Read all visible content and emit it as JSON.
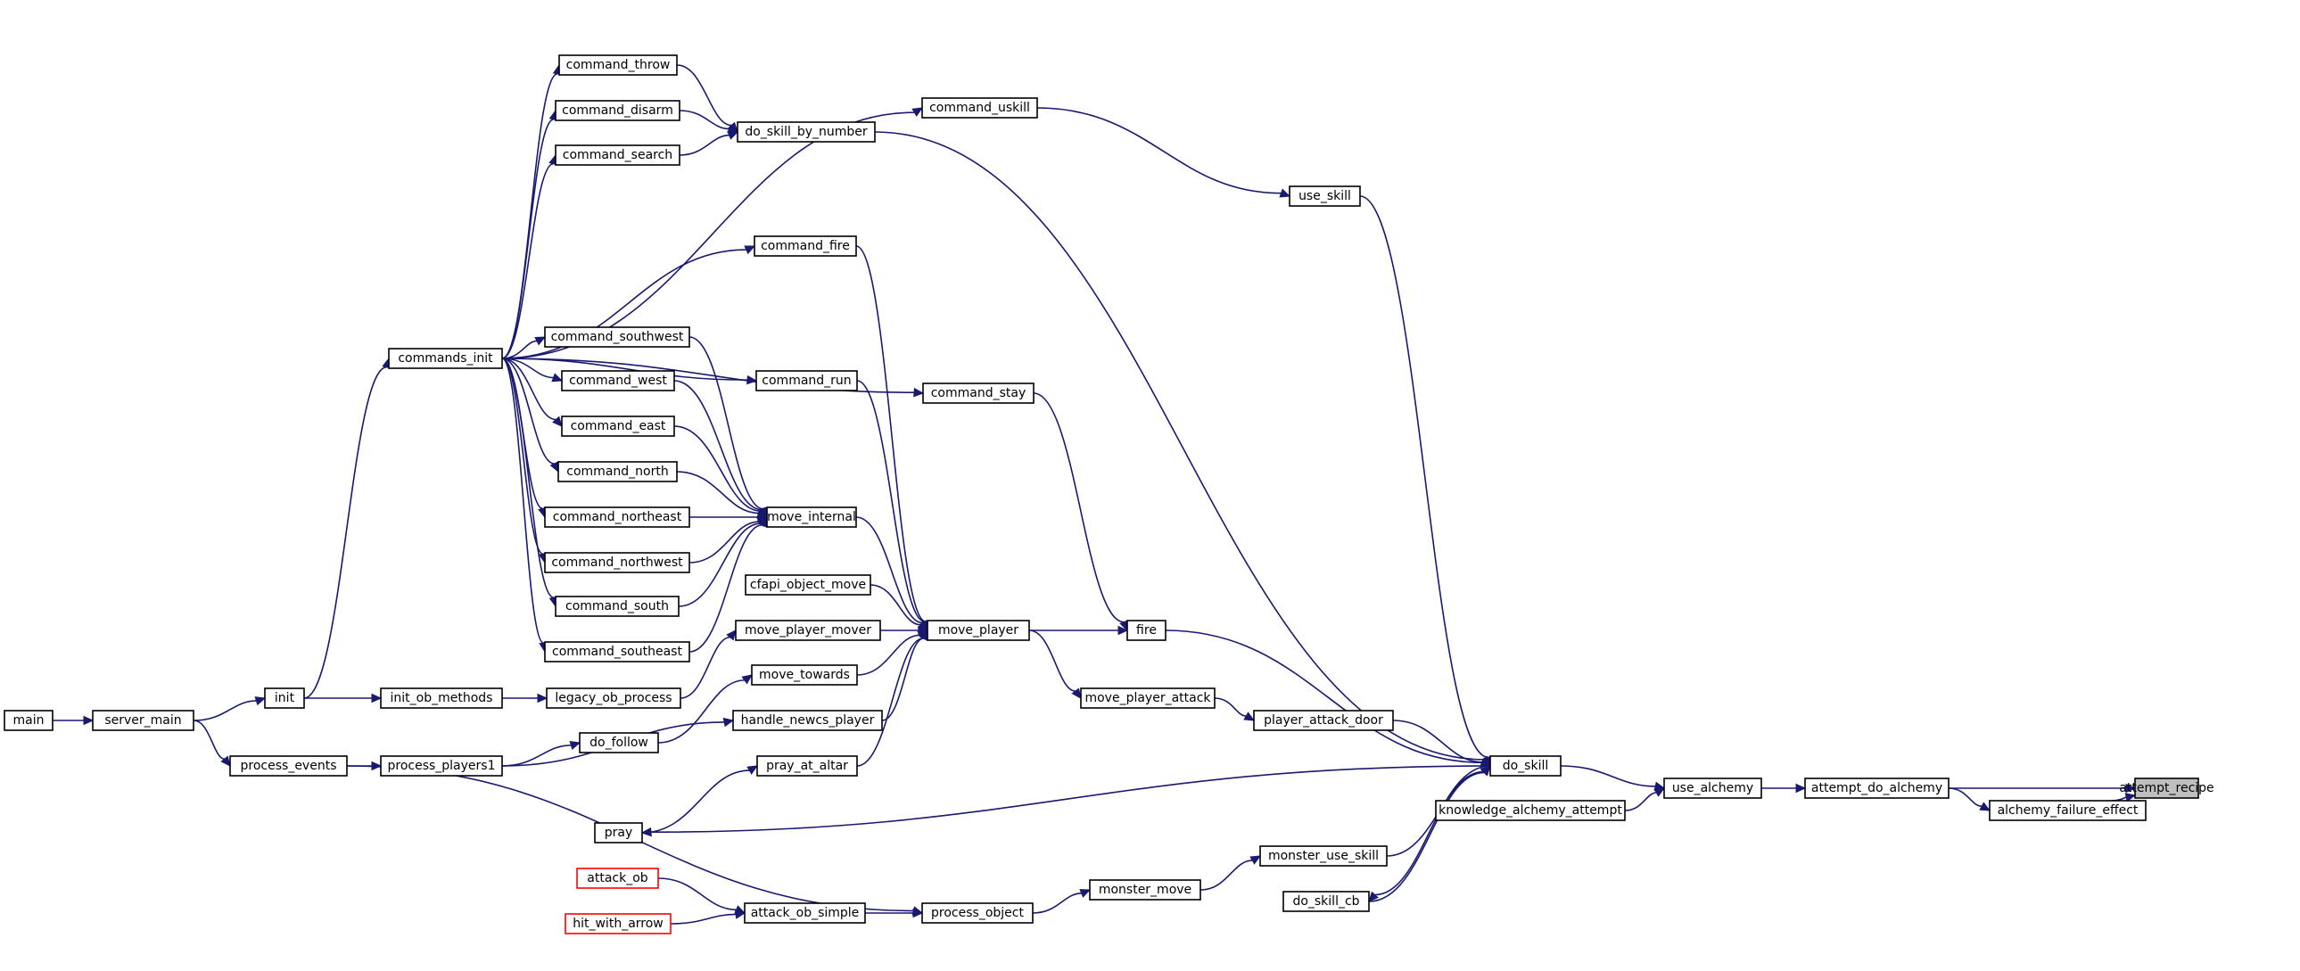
{
  "graph": {
    "nodes": [
      {
        "id": "attempt_recipe",
        "label": "attempt_recipe",
        "highlight": true
      },
      {
        "id": "attempt_do_alchemy",
        "label": "attempt_do_alchemy"
      },
      {
        "id": "alchemy_failure_effect",
        "label": "alchemy_failure_effect"
      },
      {
        "id": "use_alchemy",
        "label": "use_alchemy"
      },
      {
        "id": "do_skill",
        "label": "do_skill"
      },
      {
        "id": "knowledge_alchemy_attempt",
        "label": "knowledge_alchemy_attempt"
      },
      {
        "id": "use_skill",
        "label": "use_skill"
      },
      {
        "id": "command_uskill",
        "label": "command_uskill"
      },
      {
        "id": "do_skill_by_number",
        "label": "do_skill_by_number"
      },
      {
        "id": "command_throw",
        "label": "command_throw"
      },
      {
        "id": "command_disarm",
        "label": "command_disarm"
      },
      {
        "id": "command_search",
        "label": "command_search"
      },
      {
        "id": "commands_init",
        "label": "commands_init"
      },
      {
        "id": "init",
        "label": "init"
      },
      {
        "id": "server_main",
        "label": "server_main"
      },
      {
        "id": "main",
        "label": "main"
      },
      {
        "id": "command_fire",
        "label": "command_fire"
      },
      {
        "id": "command_stay",
        "label": "command_stay"
      },
      {
        "id": "command_run",
        "label": "command_run"
      },
      {
        "id": "command_southwest",
        "label": "command_southwest"
      },
      {
        "id": "command_west",
        "label": "command_west"
      },
      {
        "id": "command_east",
        "label": "command_east"
      },
      {
        "id": "command_north",
        "label": "command_north"
      },
      {
        "id": "command_northeast",
        "label": "command_northeast"
      },
      {
        "id": "command_northwest",
        "label": "command_northwest"
      },
      {
        "id": "command_south",
        "label": "command_south"
      },
      {
        "id": "command_southeast",
        "label": "command_southeast"
      },
      {
        "id": "move_internal",
        "label": "move_internal"
      },
      {
        "id": "cfapi_object_move",
        "label": "cfapi_object_move"
      },
      {
        "id": "move_player_mover",
        "label": "move_player_mover"
      },
      {
        "id": "move_towards",
        "label": "move_towards"
      },
      {
        "id": "handle_newcs_player",
        "label": "handle_newcs_player"
      },
      {
        "id": "pray_at_altar",
        "label": "pray_at_altar"
      },
      {
        "id": "move_player",
        "label": "move_player"
      },
      {
        "id": "fire",
        "label": "fire"
      },
      {
        "id": "move_player_attack",
        "label": "move_player_attack"
      },
      {
        "id": "player_attack_door",
        "label": "player_attack_door"
      },
      {
        "id": "init_ob_methods",
        "label": "init_ob_methods"
      },
      {
        "id": "legacy_ob_process",
        "label": "legacy_ob_process"
      },
      {
        "id": "do_follow",
        "label": "do_follow"
      },
      {
        "id": "process_events",
        "label": "process_events"
      },
      {
        "id": "process_players1",
        "label": "process_players1"
      },
      {
        "id": "pray",
        "label": "pray"
      },
      {
        "id": "monster_use_skill",
        "label": "monster_use_skill"
      },
      {
        "id": "monster_move",
        "label": "monster_move"
      },
      {
        "id": "process_object",
        "label": "process_object"
      },
      {
        "id": "attack_ob_simple",
        "label": "attack_ob_simple"
      },
      {
        "id": "attack_ob",
        "label": "attack_ob",
        "external": true
      },
      {
        "id": "hit_with_arrow",
        "label": "hit_with_arrow",
        "external": true
      },
      {
        "id": "do_skill_cb",
        "label": "do_skill_cb"
      }
    ],
    "edges": [
      [
        "attempt_do_alchemy",
        "attempt_recipe"
      ],
      [
        "alchemy_failure_effect",
        "attempt_recipe"
      ],
      [
        "attempt_do_alchemy",
        "alchemy_failure_effect"
      ],
      [
        "use_alchemy",
        "attempt_do_alchemy"
      ],
      [
        "do_skill",
        "use_alchemy"
      ],
      [
        "knowledge_alchemy_attempt",
        "use_alchemy"
      ],
      [
        "use_skill",
        "do_skill"
      ],
      [
        "do_skill_by_number",
        "do_skill"
      ],
      [
        "fire",
        "do_skill"
      ],
      [
        "player_attack_door",
        "do_skill"
      ],
      [
        "monster_use_skill",
        "do_skill"
      ],
      [
        "do_skill_cb",
        "do_skill"
      ],
      [
        "do_skill",
        "pray"
      ],
      [
        "do_skill",
        "do_skill_cb"
      ],
      [
        "command_uskill",
        "use_skill"
      ],
      [
        "commands_init",
        "command_uskill"
      ],
      [
        "command_throw",
        "do_skill_by_number"
      ],
      [
        "command_disarm",
        "do_skill_by_number"
      ],
      [
        "command_search",
        "do_skill_by_number"
      ],
      [
        "commands_init",
        "command_throw"
      ],
      [
        "commands_init",
        "command_disarm"
      ],
      [
        "commands_init",
        "command_search"
      ],
      [
        "commands_init",
        "command_fire"
      ],
      [
        "commands_init",
        "command_stay"
      ],
      [
        "commands_init",
        "command_run"
      ],
      [
        "commands_init",
        "command_southwest"
      ],
      [
        "commands_init",
        "command_west"
      ],
      [
        "commands_init",
        "command_east"
      ],
      [
        "commands_init",
        "command_north"
      ],
      [
        "commands_init",
        "command_northeast"
      ],
      [
        "commands_init",
        "command_northwest"
      ],
      [
        "commands_init",
        "command_south"
      ],
      [
        "commands_init",
        "command_southeast"
      ],
      [
        "init",
        "commands_init"
      ],
      [
        "server_main",
        "init"
      ],
      [
        "main",
        "server_main"
      ],
      [
        "server_main",
        "process_events"
      ],
      [
        "command_southwest",
        "move_internal"
      ],
      [
        "command_west",
        "move_internal"
      ],
      [
        "command_east",
        "move_internal"
      ],
      [
        "command_north",
        "move_internal"
      ],
      [
        "command_northeast",
        "move_internal"
      ],
      [
        "command_northwest",
        "move_internal"
      ],
      [
        "command_south",
        "move_internal"
      ],
      [
        "command_southeast",
        "move_internal"
      ],
      [
        "move_internal",
        "move_player"
      ],
      [
        "command_fire",
        "move_player"
      ],
      [
        "command_run",
        "move_player"
      ],
      [
        "cfapi_object_move",
        "move_player"
      ],
      [
        "move_player_mover",
        "move_player"
      ],
      [
        "move_towards",
        "move_player"
      ],
      [
        "handle_newcs_player",
        "move_player"
      ],
      [
        "pray_at_altar",
        "move_player"
      ],
      [
        "move_player",
        "fire"
      ],
      [
        "command_stay",
        "fire"
      ],
      [
        "move_player",
        "move_player_attack"
      ],
      [
        "move_player_attack",
        "player_attack_door"
      ],
      [
        "init",
        "init_ob_methods"
      ],
      [
        "init_ob_methods",
        "legacy_ob_process"
      ],
      [
        "legacy_ob_process",
        "move_player_mover"
      ],
      [
        "do_follow",
        "move_towards"
      ],
      [
        "process_players1",
        "do_follow"
      ],
      [
        "process_events",
        "process_players1"
      ],
      [
        "process_players1",
        "handle_newcs_player"
      ],
      [
        "pray",
        "pray_at_altar"
      ],
      [
        "monster_move",
        "monster_use_skill"
      ],
      [
        "process_object",
        "monster_move"
      ],
      [
        "attack_ob_simple",
        "process_object"
      ],
      [
        "process_events",
        "process_object"
      ],
      [
        "attack_ob",
        "attack_ob_simple"
      ],
      [
        "hit_with_arrow",
        "attack_ob_simple"
      ]
    ]
  }
}
